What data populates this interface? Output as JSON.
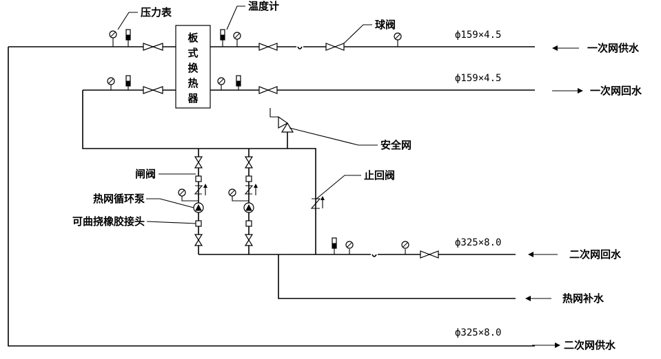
{
  "labels": {
    "pressure_gauge": "压力表",
    "thermometer": "温度计",
    "ball_valve": "球阀",
    "safety_valve": "安全网",
    "gate_valve": "闸阀",
    "circulation_pump": "热网循环泵",
    "flexible_joint": "可曲挠橡胶接头",
    "check_valve": "止回阀"
  },
  "heat_exchanger": [
    "板",
    "式",
    "换",
    "热",
    "器"
  ],
  "pipes": {
    "primary_supply": {
      "spec": "ф159×4.5",
      "name": "一次网供水"
    },
    "primary_return": {
      "spec": "ф159×4.5",
      "name": "一次网回水"
    },
    "secondary_return": {
      "spec": "ф325×8.0",
      "name": "二次网回水"
    },
    "makeup_water": {
      "name": "热网补水"
    },
    "secondary_supply": {
      "spec": "ф325×8.0",
      "name": "二次网供水"
    }
  }
}
